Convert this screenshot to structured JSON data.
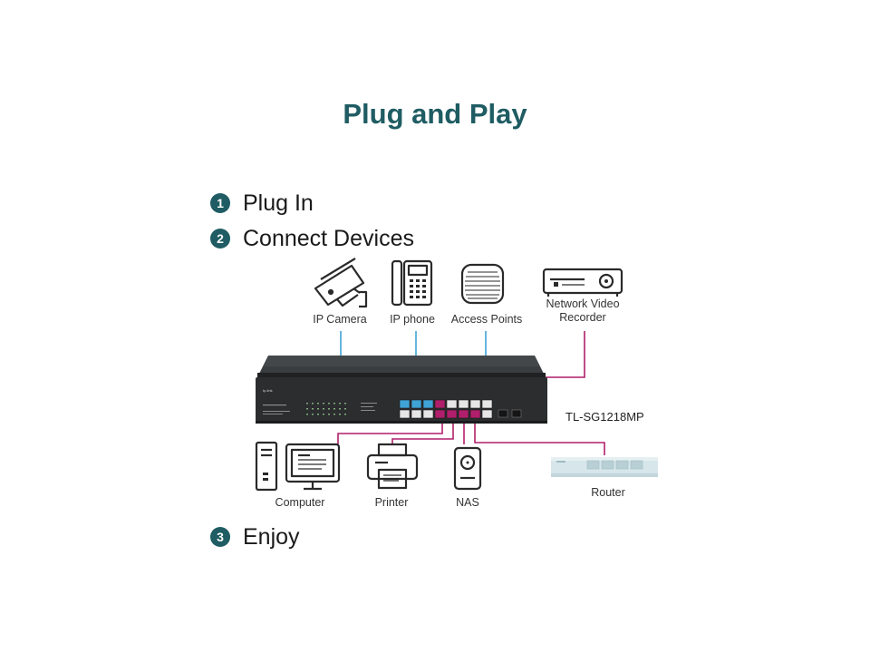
{
  "title": "Plug and Play",
  "steps": [
    {
      "number": "1",
      "label": "Plug In"
    },
    {
      "number": "2",
      "label": "Connect Devices"
    },
    {
      "number": "3",
      "label": "Enjoy"
    }
  ],
  "devices_top": {
    "ip_camera": "IP Camera",
    "ip_phone": "IP phone",
    "access_points": "Access Points",
    "nvr_line1": "Network Video",
    "nvr_line2": "Recorder"
  },
  "devices_bottom": {
    "computer": "Computer",
    "printer": "Printer",
    "nas": "NAS",
    "router": "Router"
  },
  "switch": {
    "model": "TL-SG1218MP",
    "brand": "tp-link"
  },
  "colors": {
    "title": "#1f5c63",
    "poe_cable": "#3fa3d6",
    "data_cable": "#b01f6b",
    "switch_body": "#2b2d2f"
  },
  "icons": [
    "ip-camera-icon",
    "ip-phone-icon",
    "access-point-icon",
    "nvr-icon",
    "computer-icon",
    "printer-icon",
    "nas-icon",
    "router-icon"
  ]
}
